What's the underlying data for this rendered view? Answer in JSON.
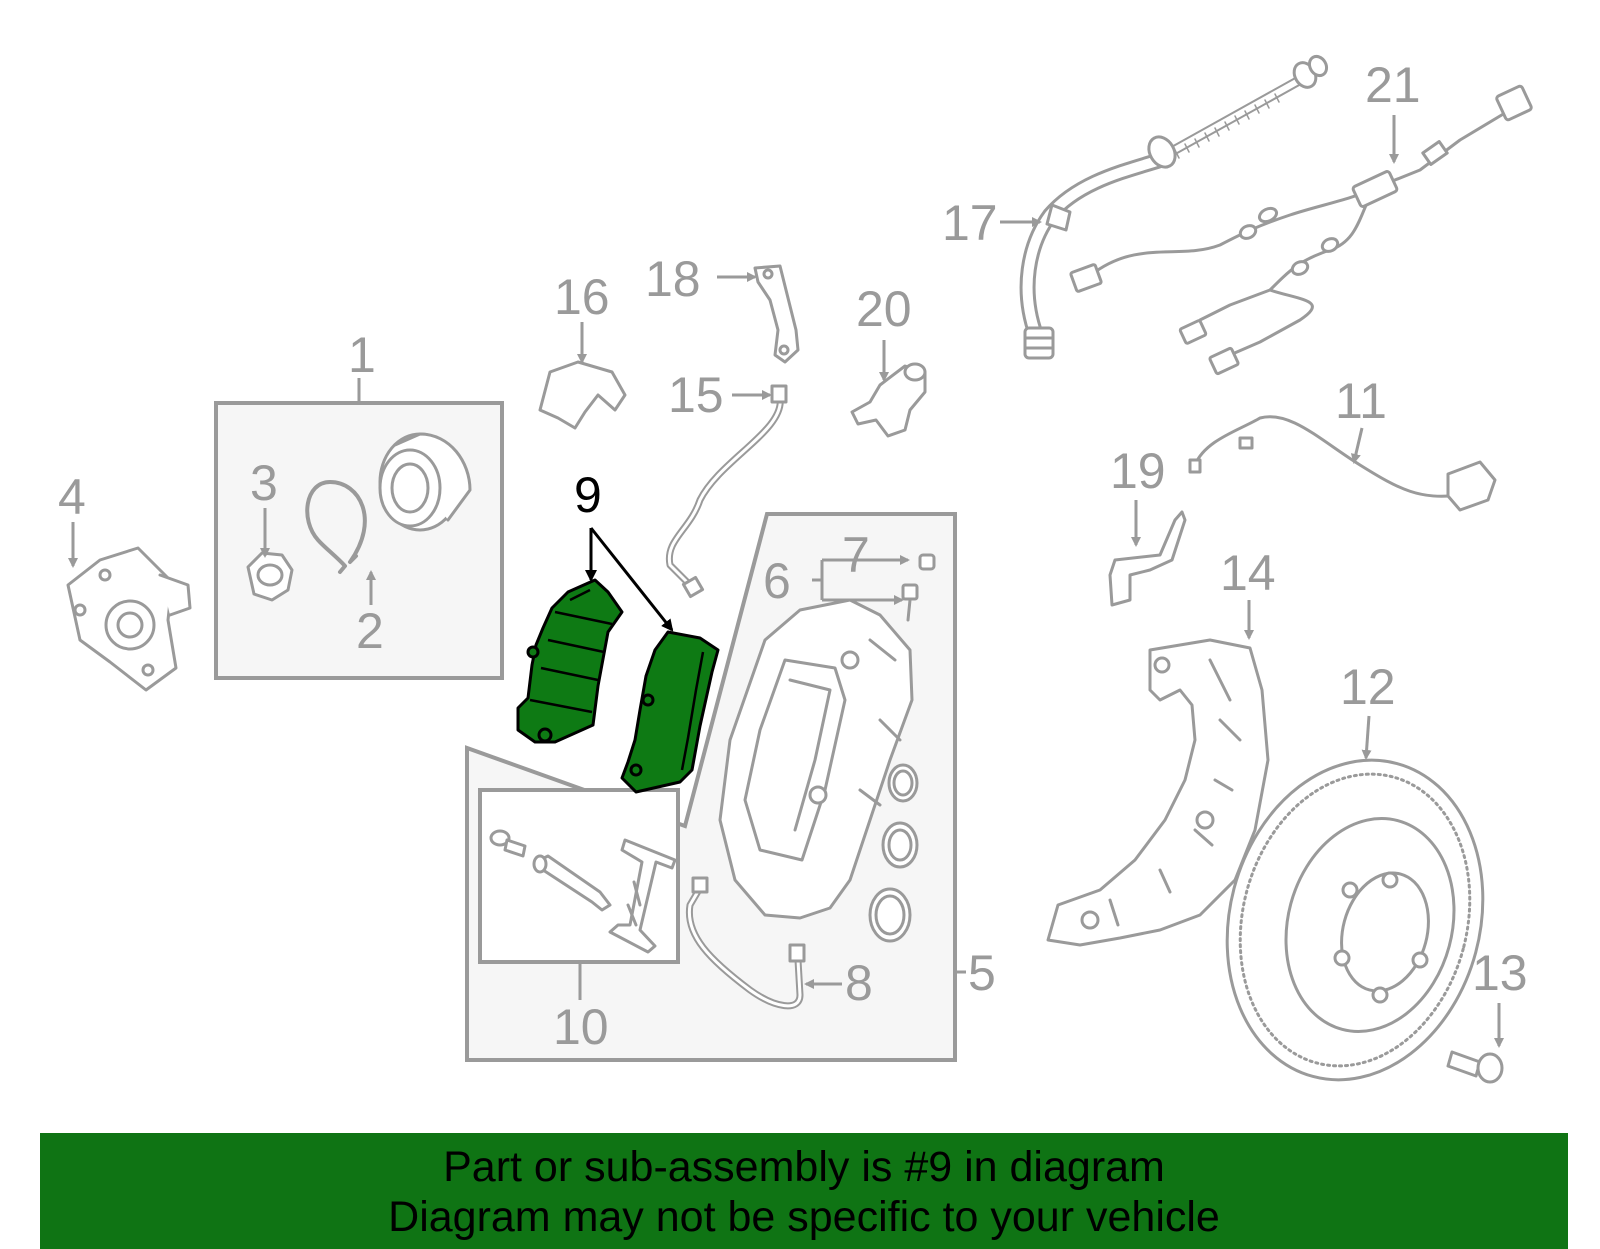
{
  "labels": {
    "l1": "1",
    "l2": "2",
    "l3": "3",
    "l4": "4",
    "l5": "5",
    "l6": "6",
    "l7": "7",
    "l8": "8",
    "l9": "9",
    "l10": "10",
    "l11": "11",
    "l12": "12",
    "l13": "13",
    "l14": "14",
    "l15": "15",
    "l16": "16",
    "l17": "17",
    "l18": "18",
    "l19": "19",
    "l20": "20",
    "l21": "21"
  },
  "banner": {
    "line1": "Part or sub-assembly is #9 in diagram",
    "line2": "Diagram may not be specific to your vehicle"
  },
  "colors": {
    "highlight_part": "#0e7a14",
    "banner_background": "#0f7414",
    "line_art": "#9a9a9a"
  }
}
